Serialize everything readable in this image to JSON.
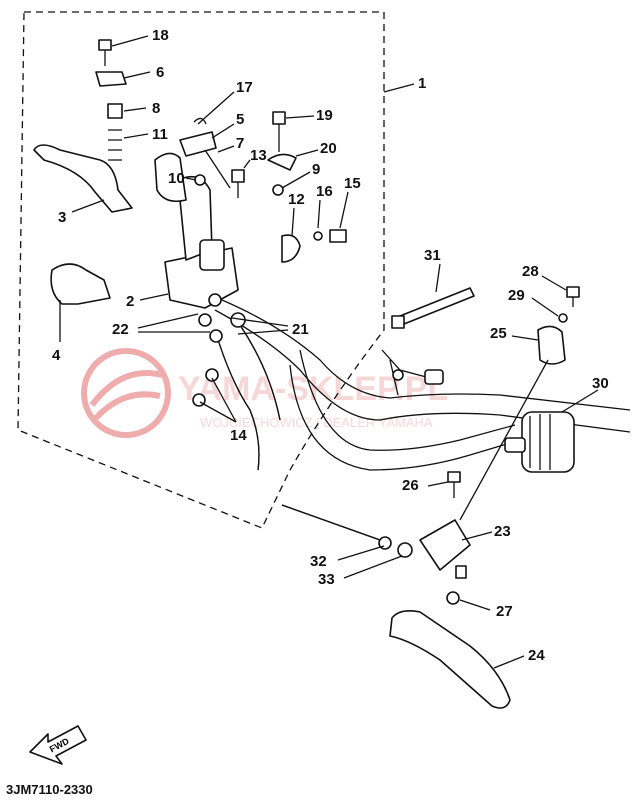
{
  "diagram": {
    "part_code": "3JM7110-2330",
    "fwd_label": "FWD",
    "watermark": {
      "brand": "YAMA-SKLEP.PL",
      "tagline": "WOJCIECHOWICZ | DEALER YAMAHA"
    },
    "callouts": [
      "1",
      "2",
      "3",
      "4",
      "5",
      "6",
      "7",
      "8",
      "9",
      "10",
      "11",
      "12",
      "13",
      "14",
      "15",
      "16",
      "17",
      "18",
      "19",
      "20",
      "21",
      "22",
      "23",
      "24",
      "25",
      "26",
      "27",
      "28",
      "29",
      "30",
      "31",
      "32",
      "33"
    ],
    "colors": {
      "line": "#111111",
      "watermark": "#e36a6a"
    }
  }
}
